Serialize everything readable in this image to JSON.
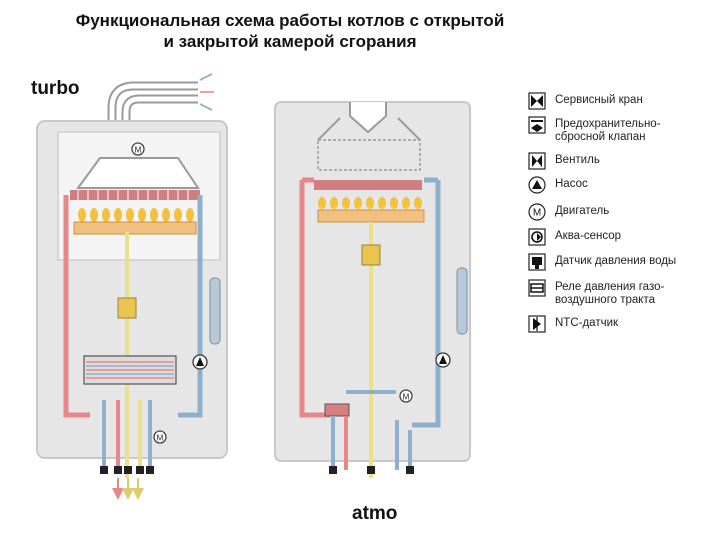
{
  "title": {
    "line1": "Функциональная схема работы котлов с открытой",
    "line2": "и закрытой камерой сгорания"
  },
  "diagrams": {
    "turbo_label": "turbo",
    "atmo_label": "atmo"
  },
  "legend": [
    {
      "icon": "service-valve-icon",
      "label": "Сервисный кран"
    },
    {
      "icon": "safety-relief-valve-icon",
      "label": "Предохранительно-\nсбросной клапан"
    },
    {
      "icon": "valve-icon",
      "label": "Вентиль"
    },
    {
      "icon": "pump-icon",
      "label": "Насос"
    },
    {
      "icon": "motor-icon",
      "label": "Двигатель"
    },
    {
      "icon": "aqua-sensor-icon",
      "label": "Аква-сенсор"
    },
    {
      "icon": "water-pressure-sensor-icon",
      "label": "Датчик давления воды"
    },
    {
      "icon": "gas-air-pressure-relay-icon",
      "label": "Реле давления газо-\nвоздушного тракта"
    },
    {
      "icon": "ntc-sensor-icon",
      "label": "NTC-датчик"
    }
  ],
  "colors": {
    "hot_line": "#e8868a",
    "cold_line": "#8fb0cc",
    "gas_line": "#e9e08a",
    "boiler_body": "#e8e8e8",
    "burner_flame": "#f2c23e",
    "heat_exchanger": "#cf7f7f"
  },
  "motor_symbol": "M"
}
